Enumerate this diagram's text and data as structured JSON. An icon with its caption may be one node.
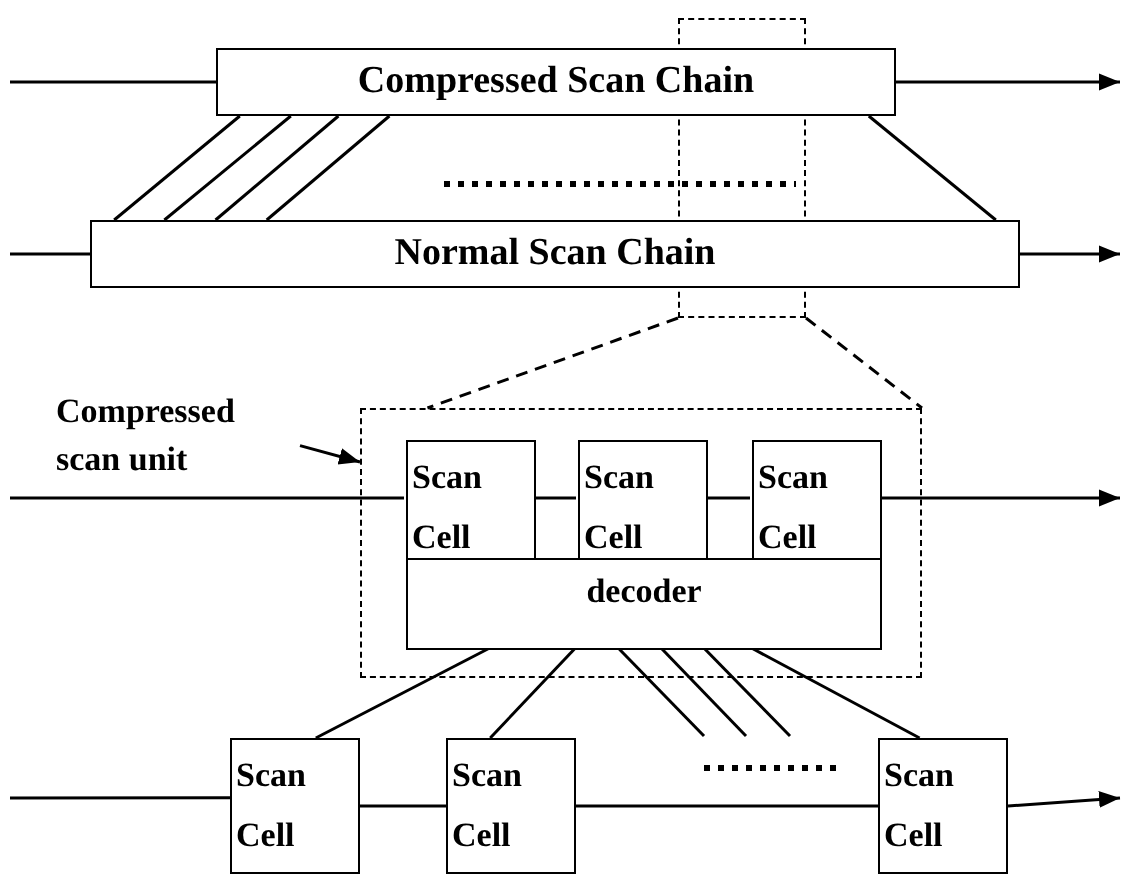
{
  "diagram": {
    "nodes": [
      {
        "text": [],
        "shape": "box"
      },
      {
        "text": [
          "Compressed Scan Chain"
        ]
      },
      {
        "text": [
          "Normal Scan Chain"
        ]
      },
      {
        "text": [
          "Compressed scan unit"
        ]
      },
      {
        "text": [],
        "shape": "box"
      },
      {
        "text": [
          "Scan Cell"
        ],
        "in": 4
      },
      {
        "text": [
          "Scan Cell"
        ],
        "in": 4
      },
      {
        "text": [
          "Scan Cell"
        ],
        "in": 4
      },
      {
        "text": [
          "decoder"
        ],
        "in": 4
      },
      {
        "text": [
          "Scan Cell"
        ]
      },
      {
        "text": [
          "Scan Cell"
        ]
      },
      {
        "text": [
          "Scan Cell"
        ]
      }
    ],
    "edges": [
      {
        "from": null,
        "to": 1,
        "arrow": "none"
      },
      {
        "from": 1,
        "to": null,
        "arrow": "to"
      },
      {
        "from": 1,
        "to": 2,
        "arrow": "none"
      },
      {
        "from": 1,
        "to": 2,
        "arrow": "none"
      },
      {
        "from": 1,
        "to": 2,
        "arrow": "none"
      },
      {
        "from": 1,
        "to": 2,
        "arrow": "none"
      },
      {
        "from": 1,
        "to": 2,
        "arrow": "none"
      },
      {
        "from": null,
        "to": 2,
        "arrow": "none"
      },
      {
        "from": 2,
        "to": null,
        "arrow": "to"
      },
      {
        "from": 0,
        "to": 4,
        "arrow": "none",
        "style": "dashed"
      },
      {
        "from": 0,
        "to": 4,
        "arrow": "none",
        "style": "dashed"
      },
      {
        "from": 3,
        "to": 4,
        "arrow": "to"
      },
      {
        "from": null,
        "to": 5,
        "arrow": "none"
      },
      {
        "from": 5,
        "to": 6,
        "arrow": "none"
      },
      {
        "from": 6,
        "to": 7,
        "arrow": "none"
      },
      {
        "from": 7,
        "to": null,
        "arrow": "to"
      },
      {
        "from": 8,
        "to": 9,
        "arrow": "none"
      },
      {
        "from": 8,
        "to": 10,
        "arrow": "none"
      },
      {
        "from": 8,
        "to": null,
        "arrow": "none"
      },
      {
        "from": 8,
        "to": null,
        "arrow": "none"
      },
      {
        "from": 8,
        "to": null,
        "arrow": "none"
      },
      {
        "from": 8,
        "to": 11,
        "arrow": "none"
      },
      {
        "from": null,
        "to": 9,
        "arrow": "none"
      },
      {
        "from": 9,
        "to": 10,
        "arrow": "none"
      },
      {
        "from": 10,
        "to": 11,
        "arrow": "none"
      },
      {
        "from": 11,
        "to": null,
        "arrow": "to"
      }
    ]
  }
}
